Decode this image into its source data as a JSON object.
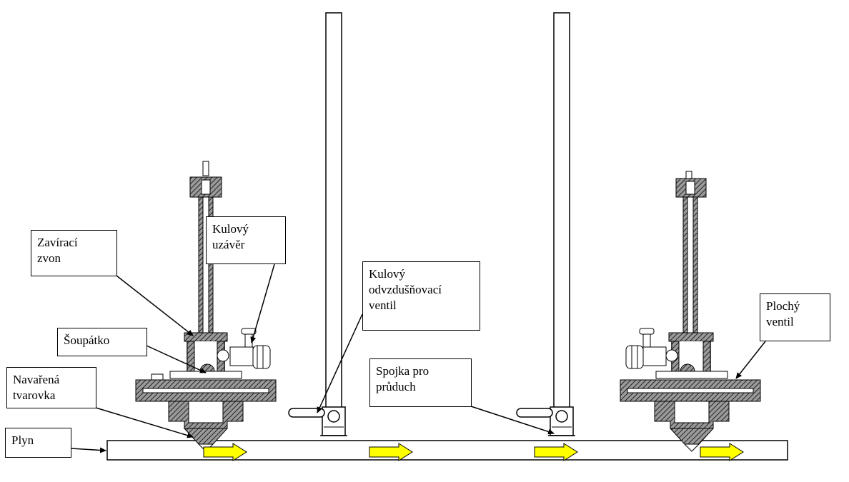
{
  "labels": {
    "plyn": "Plyn",
    "navarena_tvarovka": "Navařená\ntvarovka",
    "soupatko": "Šoupátko",
    "zaviraci_zvon": "Zavírací\nzvon",
    "kulovy_uzaver": "Kulový\nuzávěr",
    "kulovy_odvzdusnovaci_ventil": "Kulový\nodvzdušňovací\nventil",
    "spojka_pro_pruduch": "Spojka pro\nprůduch",
    "plochy_ventil": "Plochý\nventil"
  },
  "colors": {
    "line": "#000000",
    "hatch": "#333333",
    "flow_arrow_fill": "#ffff00",
    "spellcheck_underline": "#d02020"
  },
  "flow_arrows": 4
}
